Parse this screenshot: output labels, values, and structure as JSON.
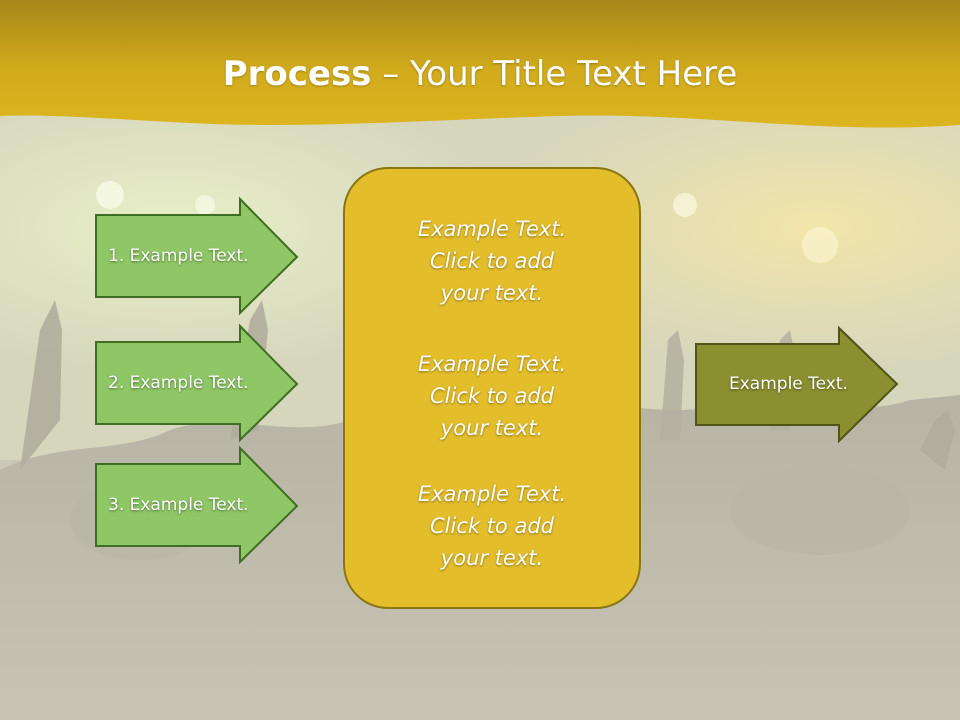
{
  "slide": {
    "title_bold": "Process",
    "title_rest": " – Your Title Text Here"
  },
  "left_arrows": [
    {
      "label": "1. Example Text."
    },
    {
      "label": "2. Example Text."
    },
    {
      "label": "3. Example Text."
    }
  ],
  "center_box": {
    "blocks": [
      {
        "line1": "Example Text.",
        "line2": "Click  to add",
        "line3": "your text."
      },
      {
        "line1": "Example Text.",
        "line2": "Click  to add",
        "line3": "your text."
      },
      {
        "line1": "Example Text.",
        "line2": "Click  to add",
        "line3": "your text."
      }
    ]
  },
  "right_arrow": {
    "label": "Example Text."
  },
  "colors": {
    "header_gold": "#c9a414",
    "center_box_fill": "#e3bd2a",
    "left_arrow_fill": "#8fc766",
    "right_arrow_fill": "#8a8f30"
  }
}
